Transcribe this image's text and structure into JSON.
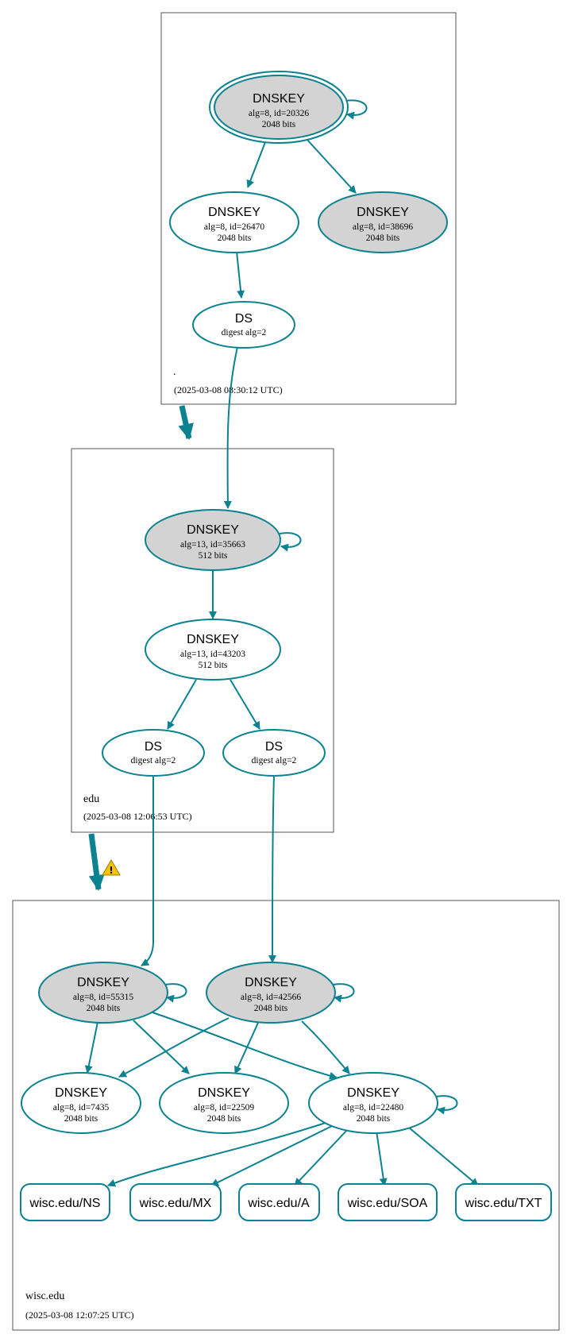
{
  "zones": {
    "root": {
      "name": ".",
      "timestamp": "(2025-03-08 08:30:12 UTC)"
    },
    "edu": {
      "name": "edu",
      "timestamp": "(2025-03-08 12:06:53 UTC)"
    },
    "wisc": {
      "name": "wisc.edu",
      "timestamp": "(2025-03-08 12:07:25 UTC)"
    }
  },
  "nodes": {
    "root_ksk": {
      "type": "DNSKEY",
      "line1": "alg=8, id=20326",
      "line2": "2048 bits"
    },
    "root_zsk1": {
      "type": "DNSKEY",
      "line1": "alg=8, id=26470",
      "line2": "2048 bits"
    },
    "root_zsk2": {
      "type": "DNSKEY",
      "line1": "alg=8, id=38696",
      "line2": "2048 bits"
    },
    "root_ds": {
      "type": "DS",
      "line1": "digest alg=2"
    },
    "edu_ksk": {
      "type": "DNSKEY",
      "line1": "alg=13, id=35663",
      "line2": "512 bits"
    },
    "edu_zsk": {
      "type": "DNSKEY",
      "line1": "alg=13, id=43203",
      "line2": "512 bits"
    },
    "edu_ds1": {
      "type": "DS",
      "line1": "digest alg=2"
    },
    "edu_ds2": {
      "type": "DS",
      "line1": "digest alg=2"
    },
    "wisc_ksk1": {
      "type": "DNSKEY",
      "line1": "alg=8, id=55315",
      "line2": "2048 bits"
    },
    "wisc_ksk2": {
      "type": "DNSKEY",
      "line1": "alg=8, id=42566",
      "line2": "2048 bits"
    },
    "wisc_zsk1": {
      "type": "DNSKEY",
      "line1": "alg=8, id=7435",
      "line2": "2048 bits"
    },
    "wisc_zsk2": {
      "type": "DNSKEY",
      "line1": "alg=8, id=22509",
      "line2": "2048 bits"
    },
    "wisc_zsk3": {
      "type": "DNSKEY",
      "line1": "alg=8, id=22480",
      "line2": "2048 bits"
    }
  },
  "records": {
    "ns": "wisc.edu/NS",
    "mx": "wisc.edu/MX",
    "a": "wisc.edu/A",
    "soa": "wisc.edu/SOA",
    "txt": "wisc.edu/TXT"
  },
  "colors": {
    "edge": "#0a8290",
    "ksk_fill": "#d3d3d3",
    "warning": "#f5c400"
  },
  "icons": {
    "delegation_warning": "warning-icon"
  }
}
